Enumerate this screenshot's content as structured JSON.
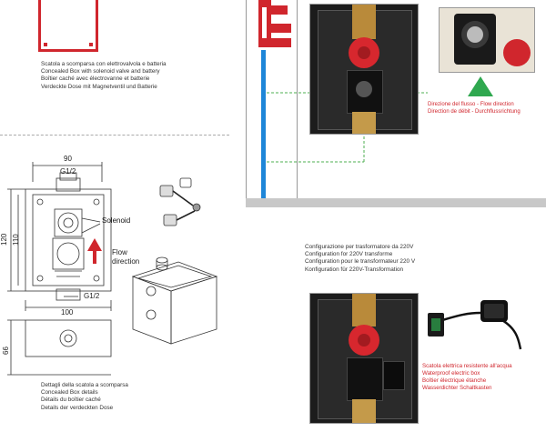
{
  "top_left_caption": {
    "lines": [
      "Scatola a scomparsa con elettrovalvola e batteria",
      "Concealed Box with solenoid valve and battery",
      "Boîtier caché avec électrovanne et batterie",
      "Verdeckte Dose mit Magnetventil und Batterie"
    ]
  },
  "flow_caption": {
    "lines": [
      "Direzione del flusso - Flow direction",
      "Direction de débit - Durchflussrichtung"
    ]
  },
  "drawing": {
    "dim_width_top": "90",
    "thread_top": "G1/2",
    "dim_height_outer": "120",
    "dim_height_inner": "110",
    "solenoid_label": "Solenoid",
    "flow_label_1": "Flow",
    "flow_label_2": "direction",
    "thread_bottom": "G1/2",
    "dim_width_bottom": "100",
    "dim_depth": "66"
  },
  "details_caption": {
    "lines": [
      "Dettagli della scatola a scomparsa",
      "Concealed Box details",
      "Détails du boîtier caché",
      "Details der verdeckten Dose"
    ]
  },
  "transformer_caption": {
    "lines": [
      "Configurazione per trasformatore da 220V",
      "Configuration for 220V transforme",
      "Configuration pour le transformateur 220 V",
      "Konfiguration für 220V-Transformation"
    ]
  },
  "electric_box_caption": {
    "lines": [
      "Scatola elettrica resistente all'acqua",
      "Waterproof electric box",
      "Boîtier électrique étanche",
      "Wasserdichter Schaltkasten"
    ]
  },
  "colors": {
    "accent_red": "#d0262d",
    "pipe_blue": "#1e86d8",
    "arrow_green": "#2fa84f",
    "wall_gray": "#c8c8c8"
  }
}
